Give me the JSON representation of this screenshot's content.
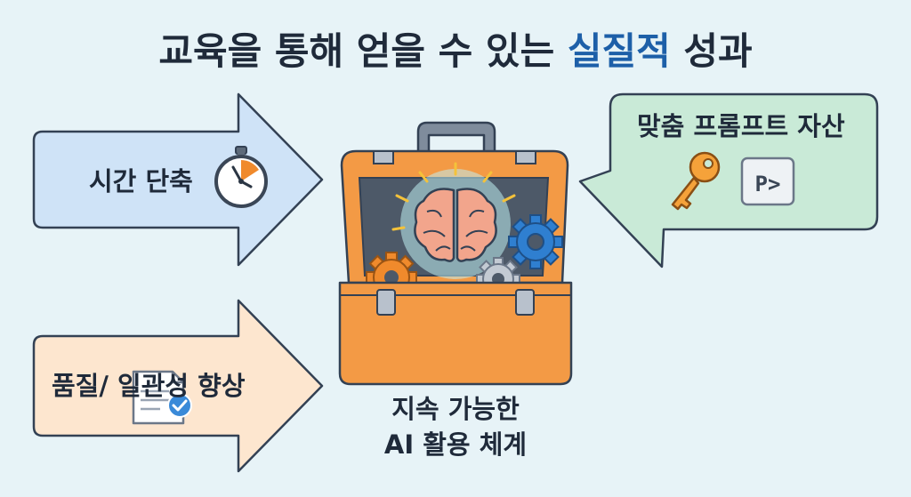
{
  "title": {
    "prefix": "교육을 통해 얻을 수 있는 ",
    "highlight": "실질적",
    "suffix": " 성과"
  },
  "cards": {
    "time": {
      "label": "시간 단축"
    },
    "quality": {
      "label": "품질/ 일관성 향상"
    },
    "prompt": {
      "label": "맞춤 프롬프트 자산",
      "badge_text": "P>"
    }
  },
  "center": {
    "line1": "지속 가능한",
    "line2": "AI 활용 체계"
  },
  "colors": {
    "background": "#e7f3f7",
    "title_text": "#1f2a3a",
    "title_highlight": "#1d5fa8",
    "time_card": "#cfe3f7",
    "quality_card": "#fde6cf",
    "prompt_card": "#c9ead7",
    "toolbox": "#f39a45",
    "brain": "#f2a58c",
    "gear_blue": "#2f7fd0",
    "gear_orange": "#f08a2c",
    "outline": "#334154"
  }
}
